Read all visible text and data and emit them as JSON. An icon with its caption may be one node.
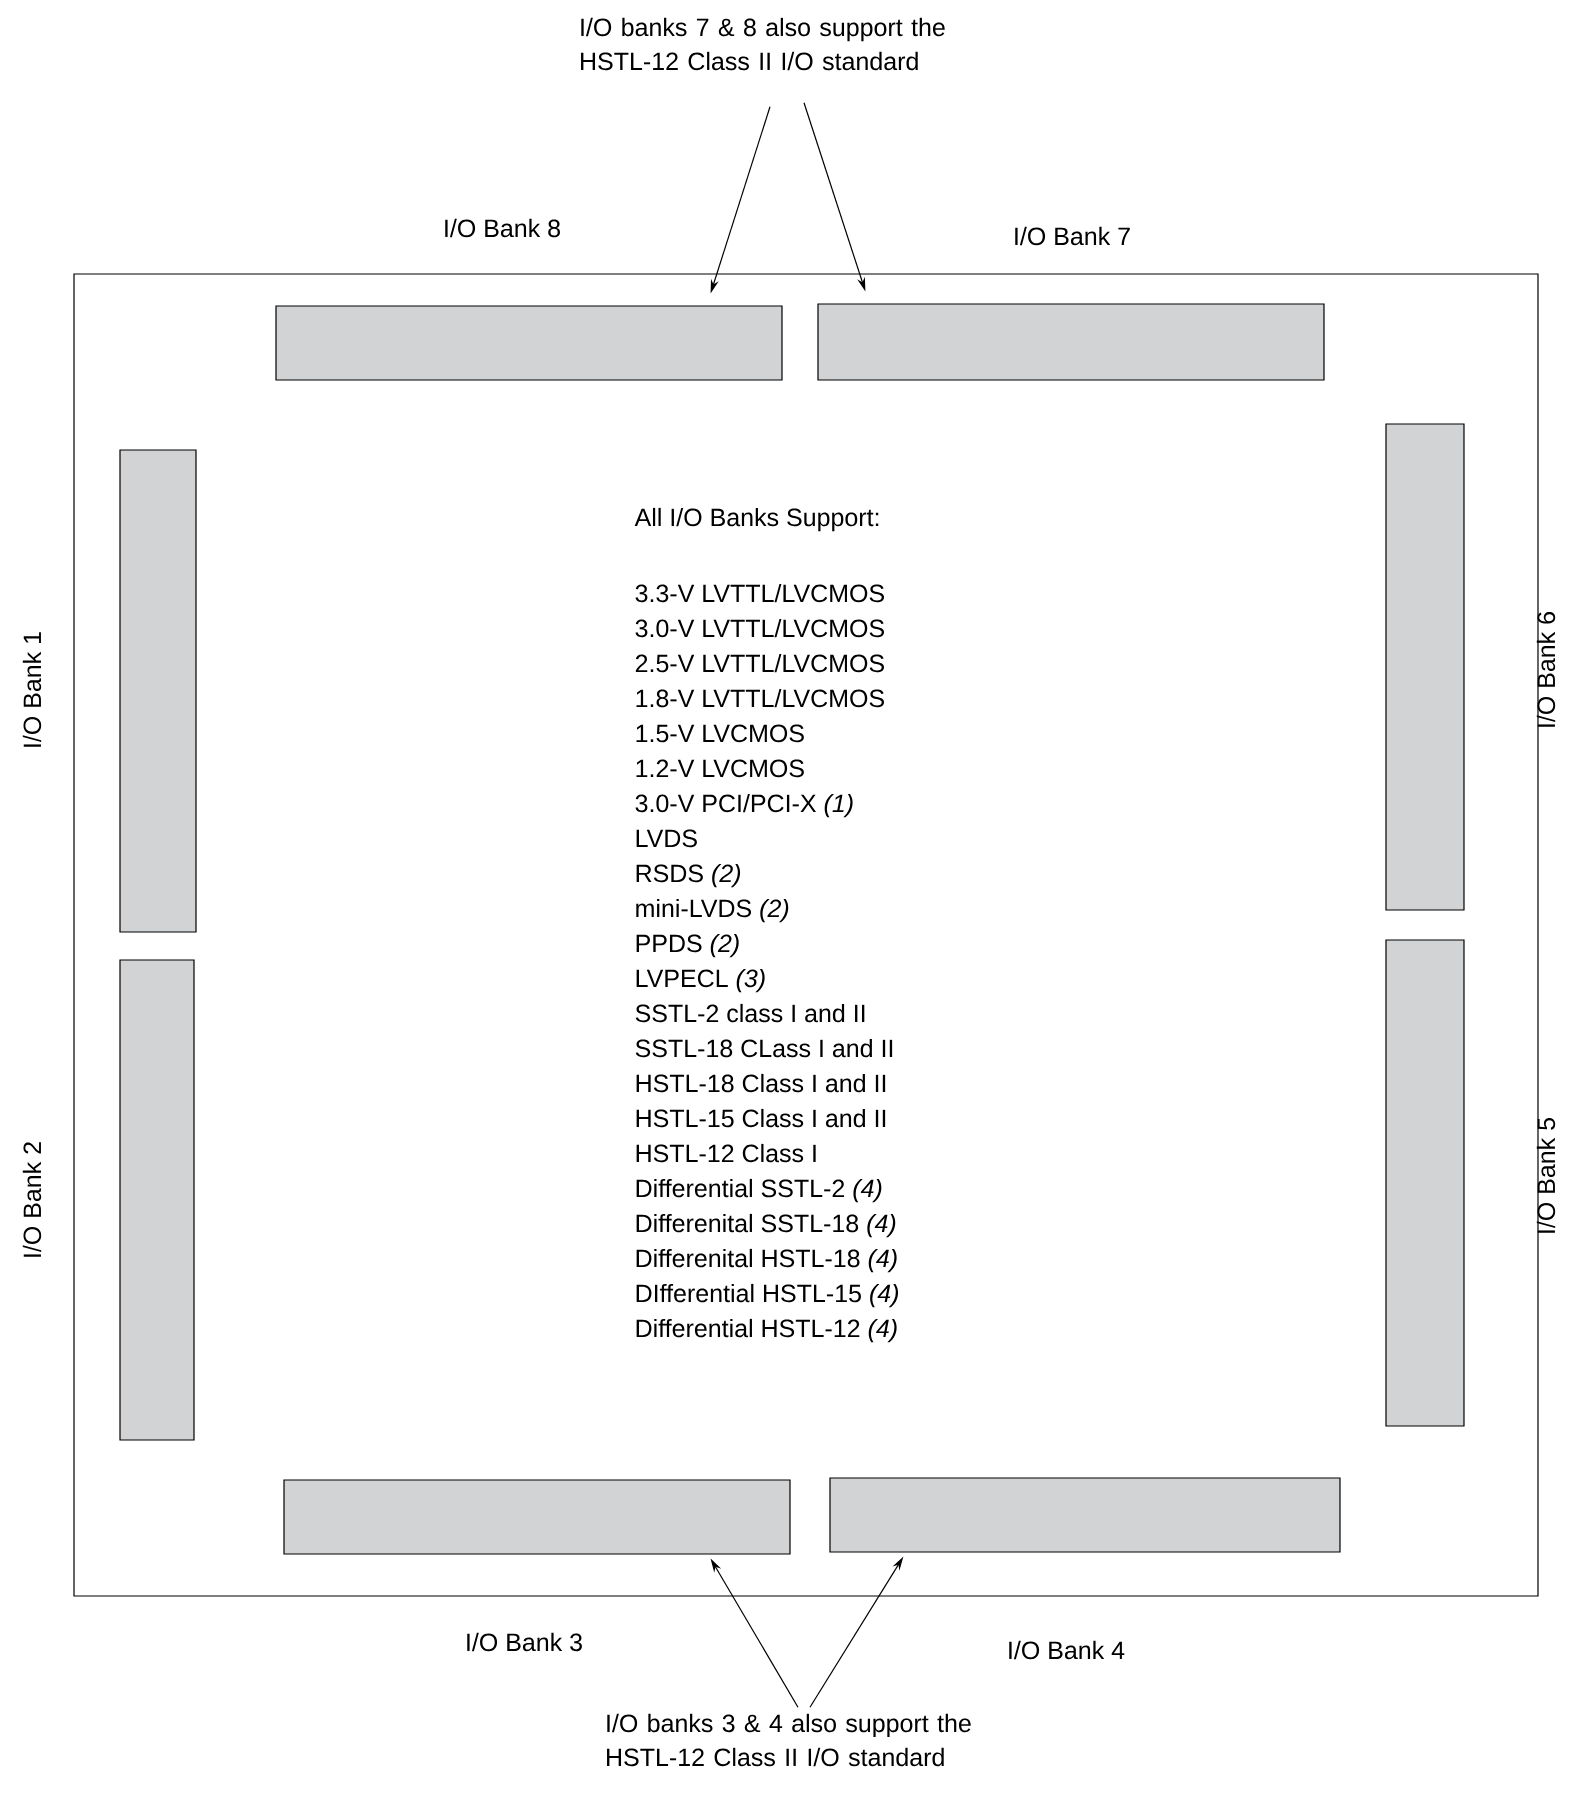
{
  "diagram": {
    "nodes": [
      {
        "text": [
          "I/O banks 7 & 8 also support the HSTL-12 Class II I/O standard"
        ]
      },
      {
        "text": [
          "All I/O Banks Support:",
          "3.3-V LVTTL/LVCMOS",
          "3.0-V LVTTL/LVCMOS",
          "2.5-V LVTTL/LVCMOS",
          "1.8-V LVTTL/LVCMOS",
          "1.5-V LVCMOS",
          "1.2-V LVCMOS",
          "3.0-V PCI/PCI-X *(1)*",
          "LVDS",
          "RSDS *(2)*",
          "mini-LVDS *(2)*",
          "PPDS *(2)*",
          "LVPECL *(3)*",
          "SSTL-2 class I and II",
          "SSTL-18 CLass I and II",
          "HSTL-18 Class I and II",
          "HSTL-15 Class I and II",
          "HSTL-12 Class I",
          "Differential SSTL-2 *(4)*",
          "Differenital SSTL-18 *(4)*",
          "Differenital HSTL-18 *(4)*",
          "DIfferential HSTL-15 *(4)*",
          "Differential HSTL-12 *(4)*"
        ]
      },
      {
        "text": [],
        "shape": "bar",
        "in": 1,
        "beside": [
          "I/O Bank 8"
        ]
      },
      {
        "text": [],
        "shape": "bar",
        "in": 1,
        "beside": [
          "I/O Bank 7"
        ]
      },
      {
        "text": [],
        "shape": "bar",
        "in": 1,
        "beside": [
          "I/O Bank 1"
        ]
      },
      {
        "text": [],
        "shape": "bar",
        "in": 1,
        "beside": [
          "I/O Bank 6"
        ]
      },
      {
        "text": [],
        "shape": "bar",
        "in": 1,
        "beside": [
          "I/O Bank 2"
        ]
      },
      {
        "text": [],
        "shape": "bar",
        "in": 1,
        "beside": [
          "I/O Bank 5"
        ]
      },
      {
        "text": [],
        "shape": "bar",
        "in": 1,
        "beside": [
          "I/O Bank 3"
        ]
      },
      {
        "text": [],
        "shape": "bar",
        "in": 1,
        "beside": [
          "I/O Bank 4"
        ]
      },
      {
        "text": [
          "I/O banks 3 & 4 also support the HSTL-12 Class II I/O standard"
        ]
      }
    ],
    "edges": [
      {
        "from": 0,
        "to": 2,
        "arrow": "to"
      },
      {
        "from": 0,
        "to": 3,
        "arrow": "to"
      },
      {
        "from": 10,
        "to": 8,
        "arrow": "to"
      },
      {
        "from": 10,
        "to": 9,
        "arrow": "to"
      }
    ]
  }
}
